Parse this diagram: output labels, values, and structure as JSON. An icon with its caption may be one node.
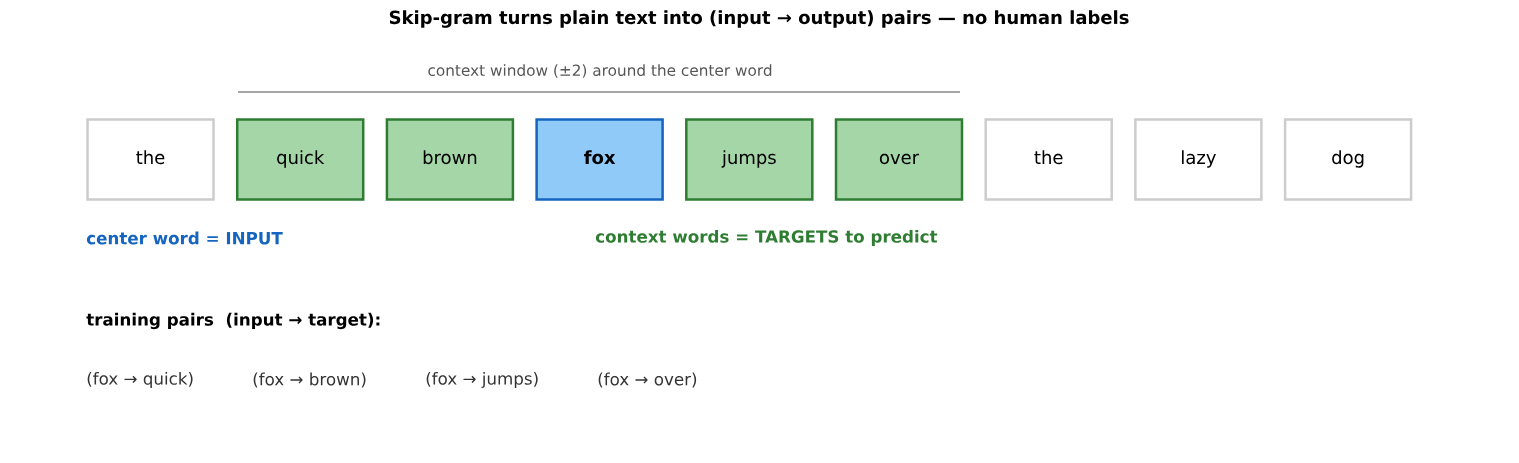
{
  "diagram": {
    "title": "Skip-gram turns plain text into (input → output) pairs — no human labels",
    "nodes": [
      {
        "text": [
          "the"
        ]
      },
      {
        "text": [
          "quick"
        ]
      },
      {
        "text": [
          "brown"
        ]
      },
      {
        "text": [
          "fox"
        ]
      },
      {
        "text": [
          "jumps"
        ]
      },
      {
        "text": [
          "over"
        ]
      },
      {
        "text": [
          "the"
        ]
      },
      {
        "text": [
          "lazy"
        ]
      },
      {
        "text": [
          "dog"
        ]
      }
    ],
    "labels": [
      "context window (±2) around the center word",
      "center word = INPUT",
      "context words = TARGETS to predict",
      "training pairs  (input → target):",
      "(fox → quick)",
      "(fox → brown)",
      "(fox → jumps)",
      "(fox → over)"
    ]
  }
}
